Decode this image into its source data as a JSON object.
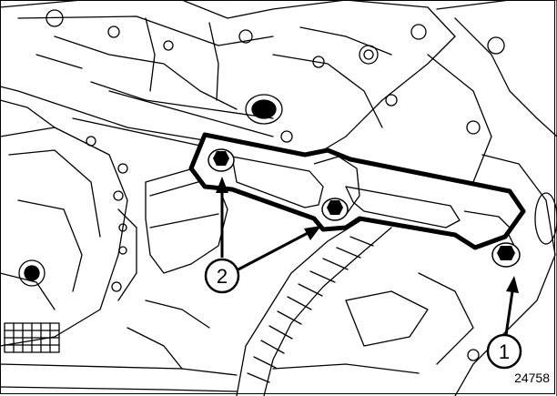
{
  "callouts": [
    {
      "id": "1",
      "label": "1"
    },
    {
      "id": "2",
      "label": "2"
    }
  ],
  "figure_number": "24758",
  "colors": {
    "line": "#000000",
    "highlight": "#000000",
    "background": "#ffffff"
  }
}
